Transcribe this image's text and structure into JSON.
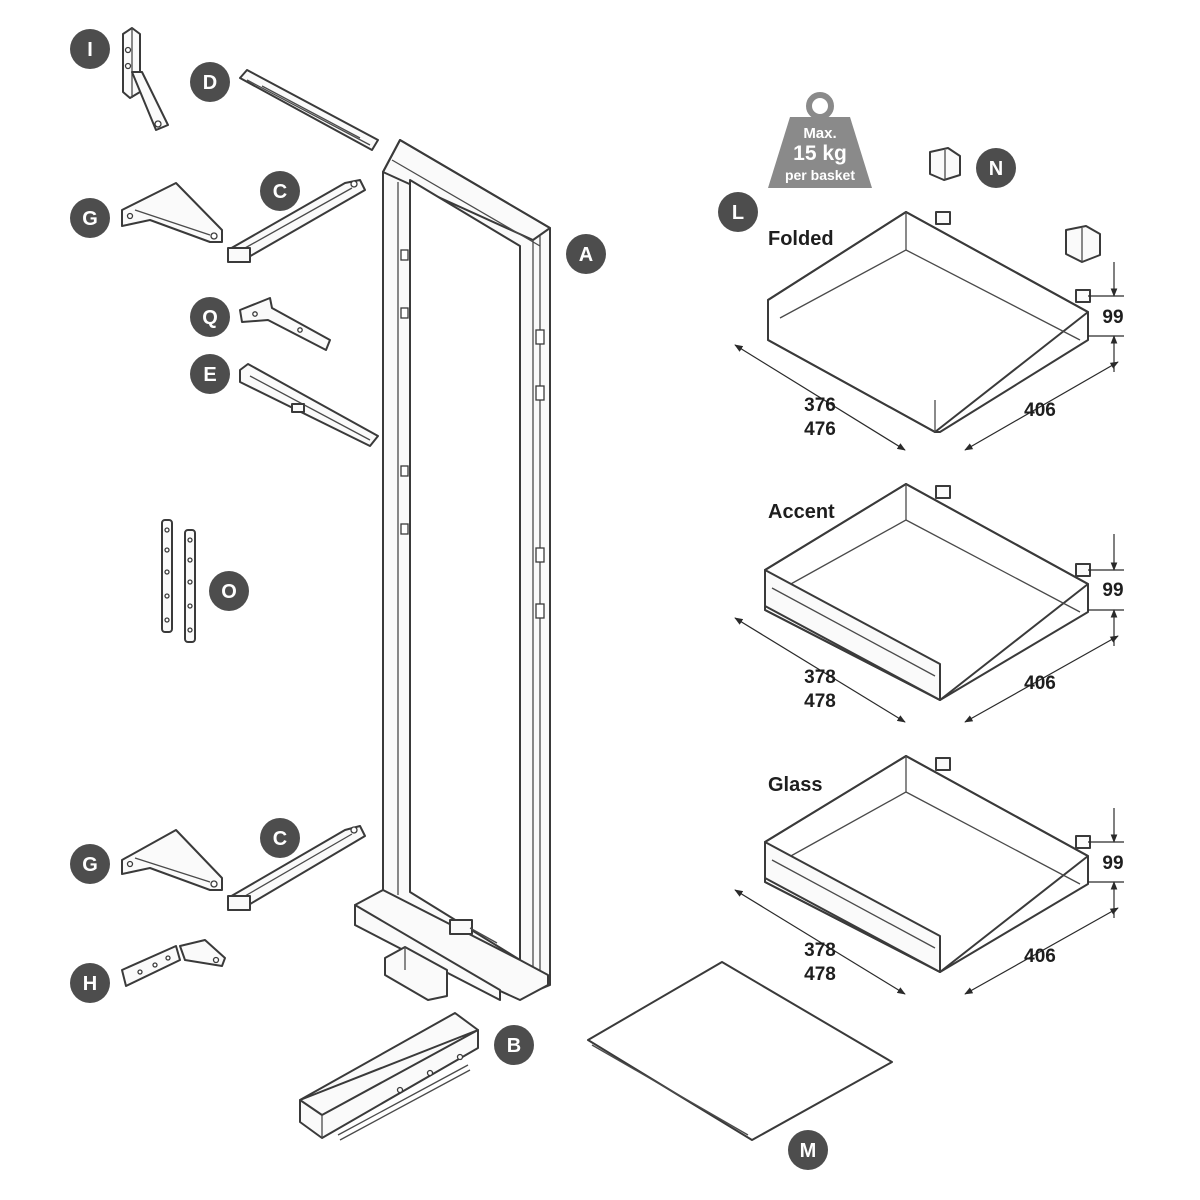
{
  "badges": {
    "A": "A",
    "B": "B",
    "C": "C",
    "D": "D",
    "E": "E",
    "G": "G",
    "H": "H",
    "I": "I",
    "L": "L",
    "M": "M",
    "N": "N",
    "O": "O",
    "Q": "Q"
  },
  "weight": {
    "line1": "Max.",
    "line2": "15 kg",
    "line3": "per basket"
  },
  "baskets": {
    "folded": {
      "title": "Folded",
      "height": "99",
      "depth_a": "376",
      "depth_b": "476",
      "width": "406"
    },
    "accent": {
      "title": "Accent",
      "height": "99",
      "depth_a": "378",
      "depth_b": "478",
      "width": "406"
    },
    "glass": {
      "title": "Glass",
      "height": "99",
      "depth_a": "378",
      "depth_b": "478",
      "width": "406"
    }
  },
  "colors": {
    "badge": "#4d4d4d",
    "weight_icon": "#8a8a8a",
    "line": "#3a3a3a"
  }
}
